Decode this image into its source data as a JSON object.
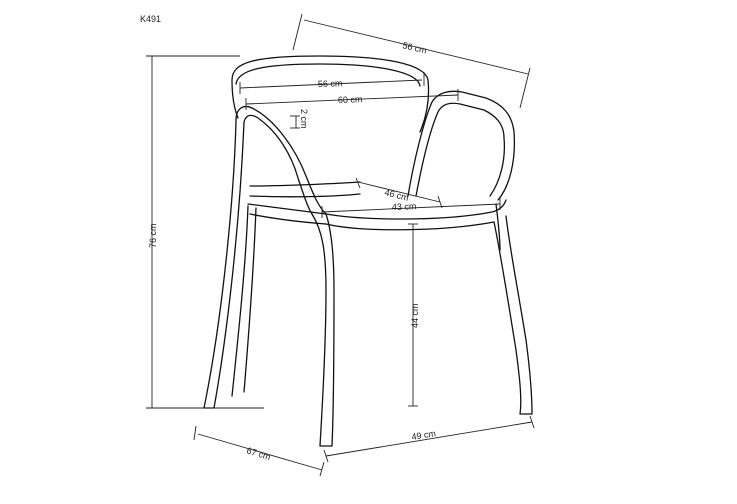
{
  "product_code": "K491",
  "dimensions": {
    "top_depth": "56 cm",
    "backrest_width": "56 cm",
    "armrest_width": "60 cm",
    "backrest_gap": "2 cm",
    "seat_depth": "46 cm",
    "seat_width": "43 cm",
    "seat_height": "44 cm",
    "total_height": "76 cm",
    "base_depth": "67 cm",
    "base_width": "49 cm"
  },
  "colors": {
    "line": "#111111",
    "background": "#ffffff"
  }
}
